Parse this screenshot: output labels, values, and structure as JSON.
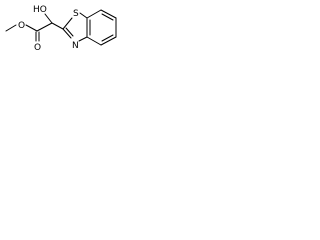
{
  "molecule": {
    "atoms": {
      "hydroxyl_oxygen": "HO",
      "ring_sulfur": "S",
      "ring_nitrogen": "N",
      "carbonyl_oxygen": "O",
      "ester_oxygen": "O"
    },
    "colors": {
      "bond": "#000000",
      "label": "#000000",
      "background": "#ffffff"
    }
  }
}
